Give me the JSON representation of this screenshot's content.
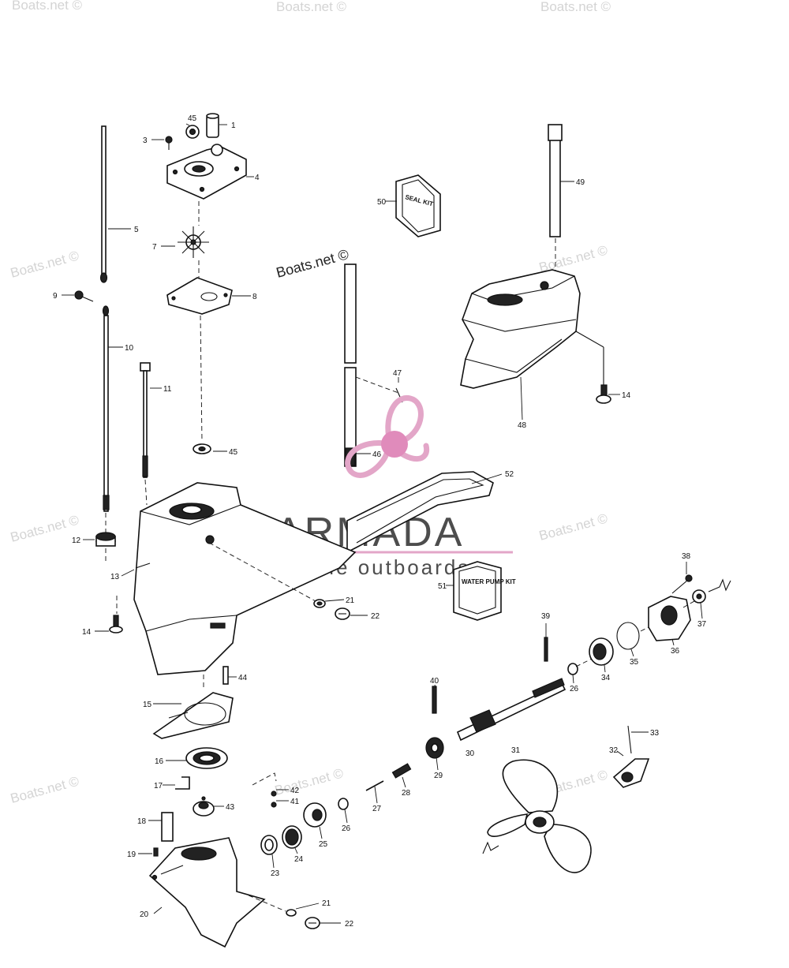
{
  "watermarks": {
    "site_text": "Boats.net ©",
    "brand_name": "ARMADA",
    "brand_tagline": "marine outboards",
    "brand_color": "#e3a6c8"
  },
  "kits": {
    "seal_kit": "SEAL KIT",
    "water_pump_kit": "WATER PUMP KIT"
  },
  "callouts": [
    "1",
    "3",
    "4",
    "5",
    "7",
    "8",
    "9",
    "10",
    "11",
    "12",
    "13",
    "14",
    "14",
    "15",
    "16",
    "17",
    "18",
    "19",
    "20",
    "21",
    "21",
    "22",
    "22",
    "23",
    "24",
    "25",
    "26",
    "26",
    "27",
    "28",
    "29",
    "30",
    "31",
    "32",
    "33",
    "34",
    "35",
    "36",
    "37",
    "38",
    "39",
    "40",
    "41",
    "42",
    "43",
    "44",
    "45",
    "45",
    "46",
    "47",
    "48",
    "49",
    "50",
    "51",
    "52"
  ]
}
